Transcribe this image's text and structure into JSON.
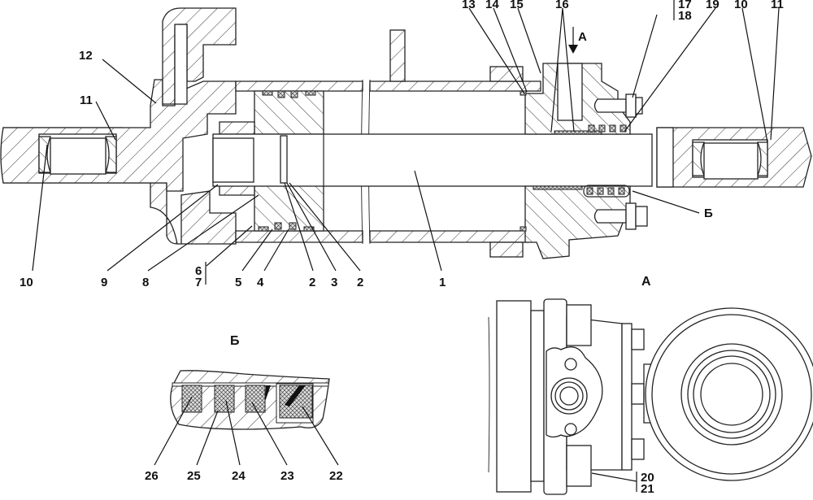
{
  "drawing": {
    "title": "Hydraulic cylinder assembly — sectional view",
    "main_section_labels": {
      "top": [
        "12",
        "11",
        "13",
        "14",
        "15",
        "16",
        "17",
        "18",
        "19",
        "10",
        "11"
      ],
      "bottom": [
        "10",
        "9",
        "8",
        "6",
        "7",
        "5",
        "4",
        "2",
        "3",
        "2",
        "1"
      ],
      "side": [
        "Б"
      ]
    },
    "view_a_marker": "A",
    "labels": {
      "p1": "1",
      "p2a": "2",
      "p3": "3",
      "p2b": "2",
      "p4": "4",
      "p5": "5",
      "p6": "6",
      "p7": "7",
      "p8": "8",
      "p9": "9",
      "p10_left": "10",
      "p11_left": "11",
      "p12": "12",
      "p13": "13",
      "p14": "14",
      "p15": "15",
      "p16": "16",
      "p17": "17",
      "p18": "18",
      "p19": "19",
      "p10_right": "10",
      "p11_right": "11",
      "detail_b_callout": "Б",
      "arrow_a": "A"
    },
    "detail_b": {
      "title": "Б",
      "labels": [
        "26",
        "25",
        "24",
        "23",
        "22"
      ]
    },
    "view_a": {
      "title": "A",
      "labels": [
        "20",
        "21"
      ]
    }
  }
}
